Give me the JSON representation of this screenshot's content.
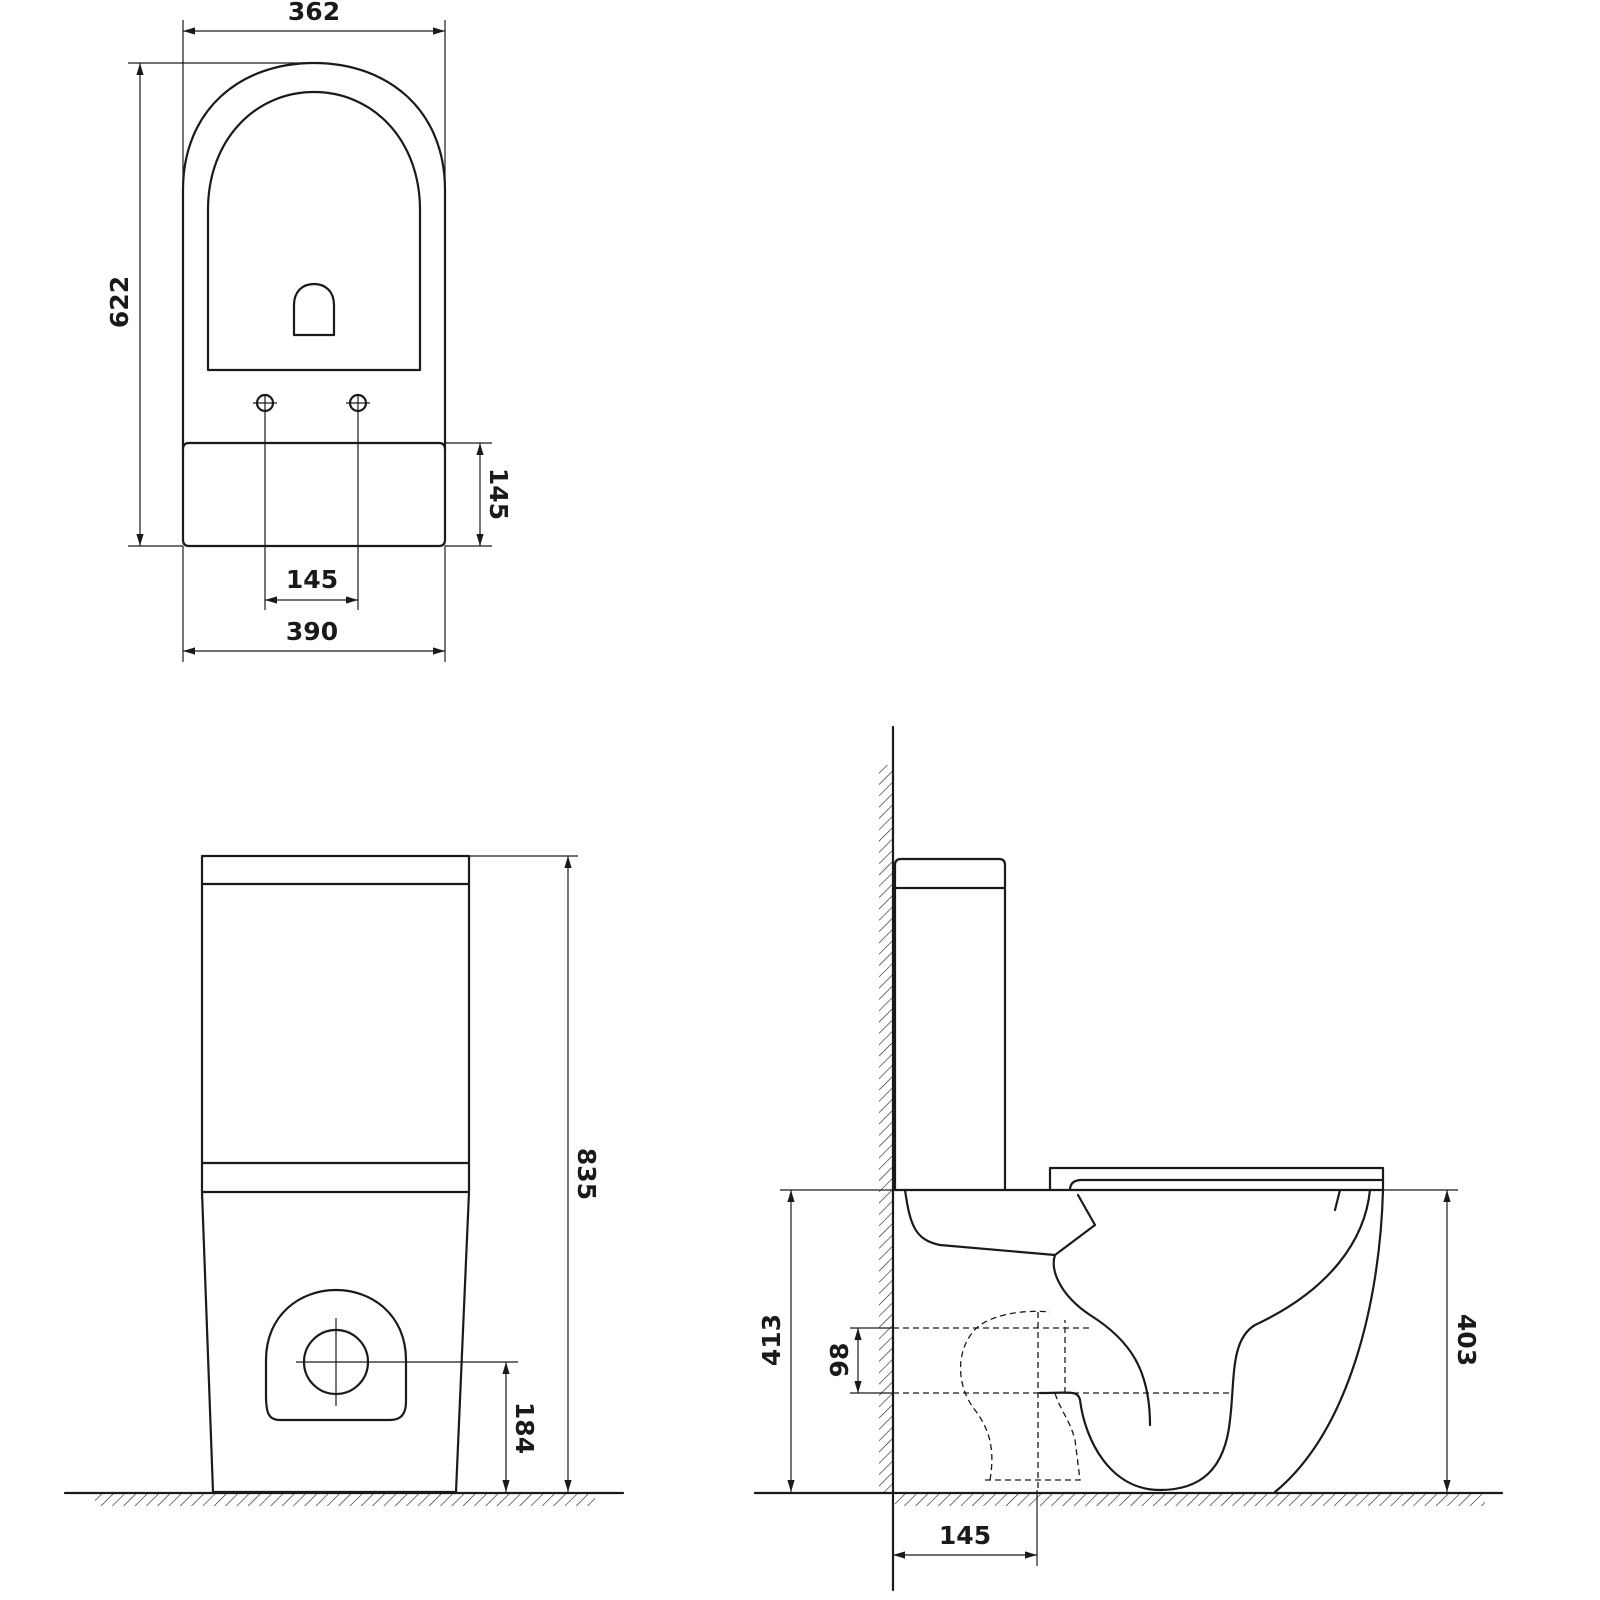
{
  "top_view": {
    "width_top": "362",
    "depth": "622",
    "tank_depth": "145",
    "hole_spacing": "145",
    "width_bottom": "390"
  },
  "front_view": {
    "height": "835",
    "outlet_height": "184"
  },
  "side_view": {
    "seat_height": "413",
    "outlet_offset": "98",
    "bowl_height": "403",
    "outlet_wall_distance": "145"
  }
}
